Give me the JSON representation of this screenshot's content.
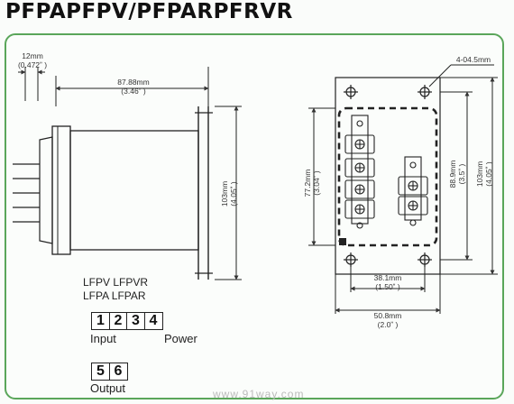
{
  "title": "PFPAPFPV/PFPARPFRVR",
  "side_view": {
    "dim_width_mm": "12mm",
    "dim_width_in": "(0.472ˮ )",
    "dim_depth_mm": "87.88mm",
    "dim_depth_in": "(3.46ˮ )",
    "dim_height_mm": "103mm",
    "dim_height_in": "(4.05ˮ )"
  },
  "front_view": {
    "hole_label": "4-04.5mm",
    "dim_inner_h_mm": "77.2mm",
    "dim_inner_h_in": "(3.04ˮ )",
    "dim_mid_h_mm": "88.9mm",
    "dim_mid_h_in": "(3.5ˮ )",
    "dim_outer_h_mm": "103mm",
    "dim_outer_h_in": "(4.05ˮ )",
    "dim_inner_w_mm": "38.1mm",
    "dim_inner_w_in": "(1.50ˮ )",
    "dim_outer_w_mm": "50.8mm",
    "dim_outer_w_in": "(2.0ˮ )"
  },
  "models": {
    "line1": "LFPV LFPVR",
    "line2": "LFPA LFPAR"
  },
  "input_group": {
    "pins": [
      "1",
      "2",
      "3",
      "4"
    ],
    "input_label": "Input",
    "power_label": "Power"
  },
  "output_group": {
    "pins": [
      "5",
      "6"
    ],
    "output_label": "Output"
  },
  "watermark": "www.91way.com",
  "colors": {
    "frame": "#5aa65a",
    "line": "#222222"
  }
}
